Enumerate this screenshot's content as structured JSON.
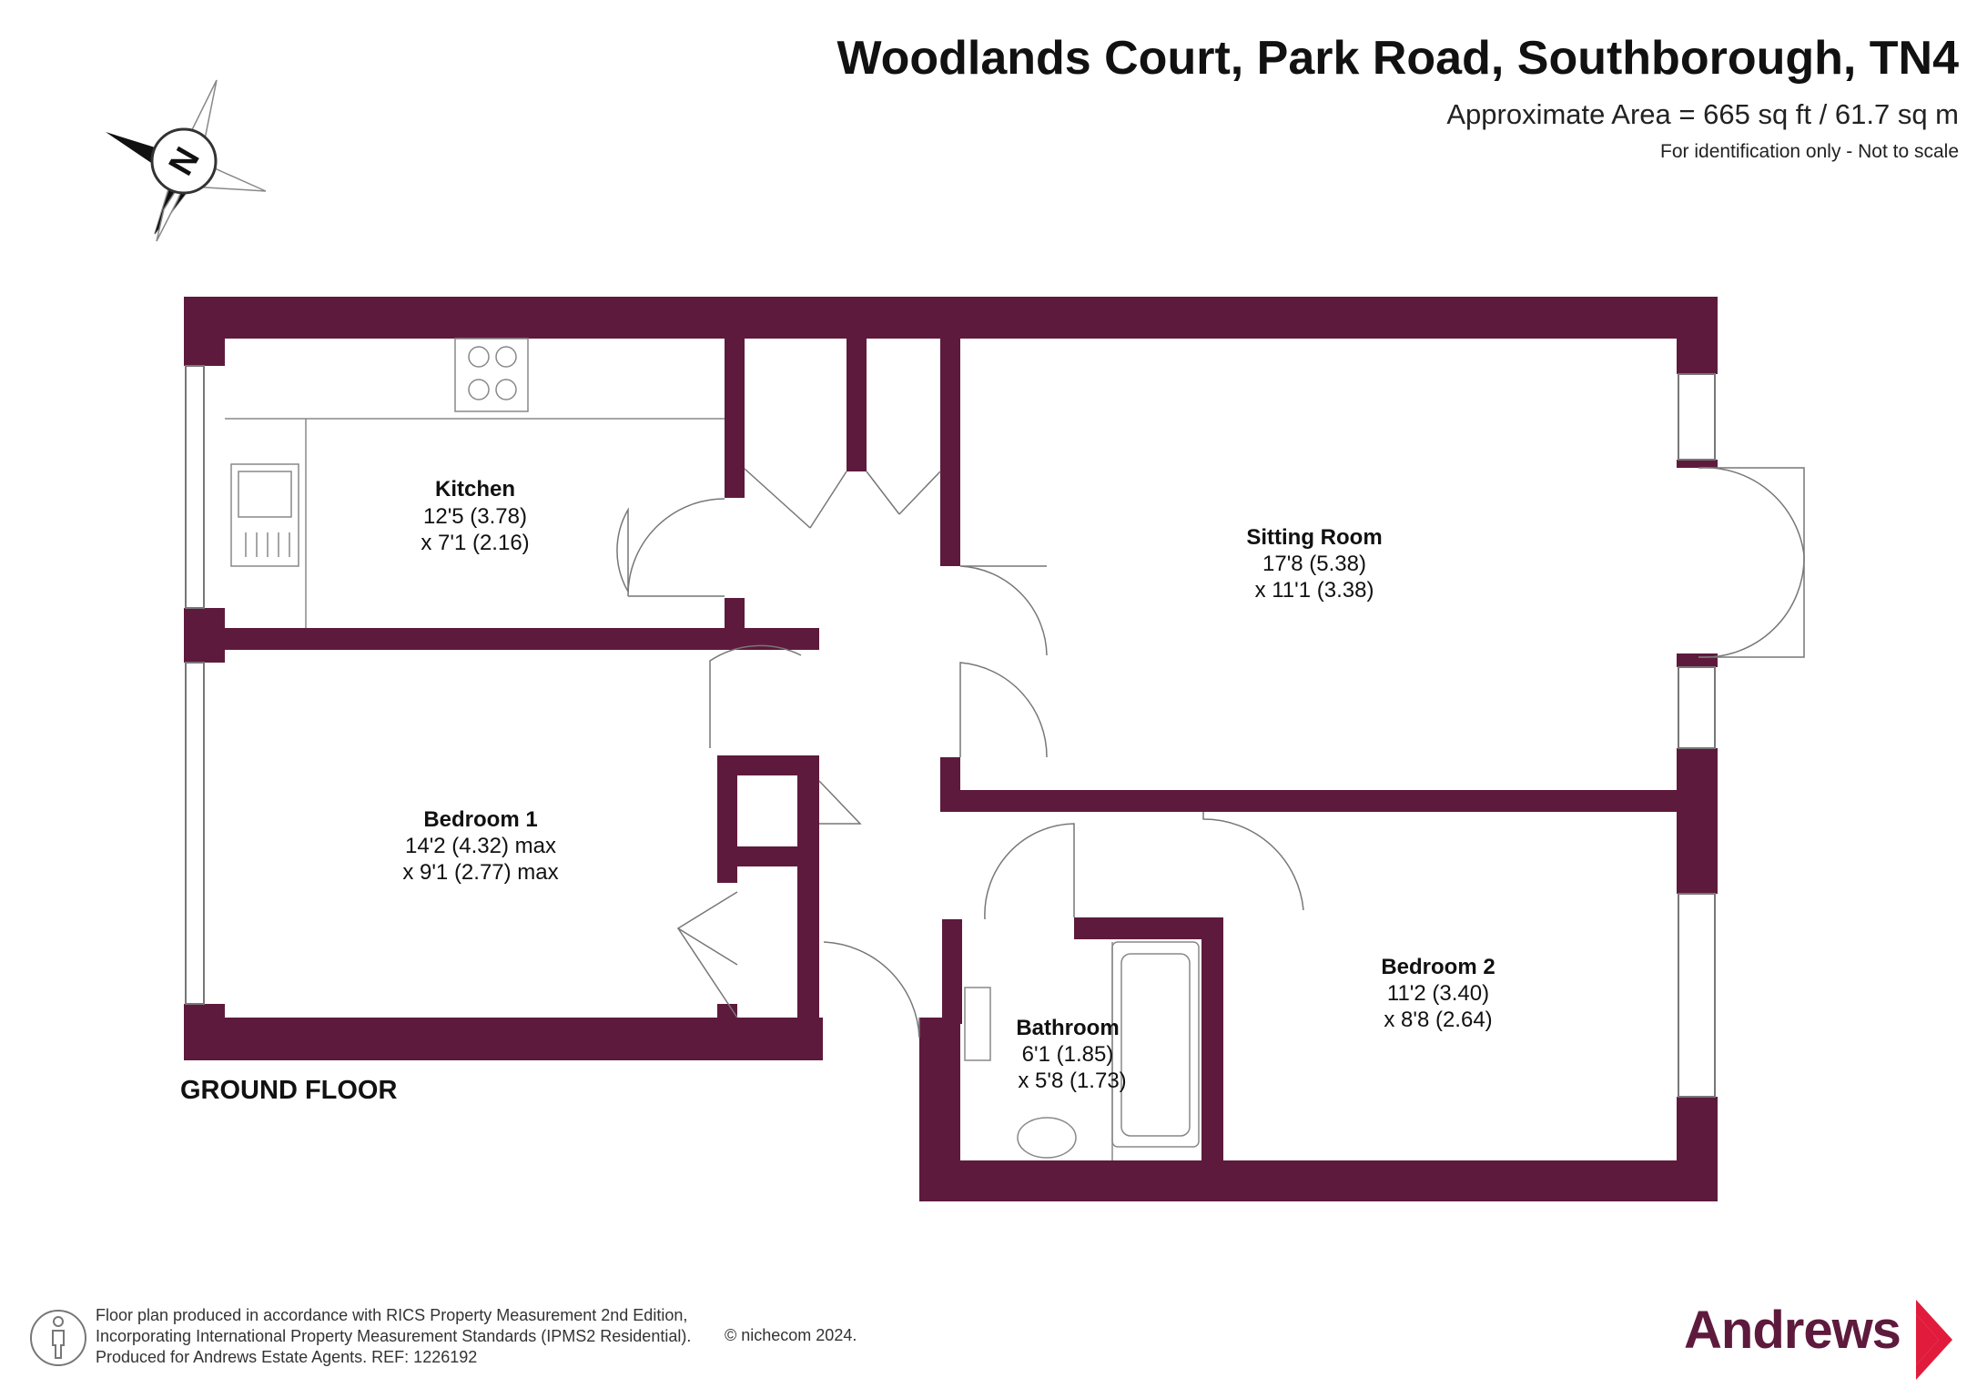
{
  "header": {
    "title": "Woodlands Court, Park Road, Southborough, TN4",
    "area": "Approximate Area = 665 sq ft / 61.7 sq m",
    "note": "For identification only - Not to scale"
  },
  "compass": {
    "label": "N",
    "icon": "north-compass-icon"
  },
  "floor_label": "GROUND FLOOR",
  "rooms": {
    "kitchen": {
      "name": "Kitchen",
      "dim1": "12'5 (3.78)",
      "dim2": "x 7'1 (2.16)"
    },
    "sitting": {
      "name": "Sitting Room",
      "dim1": "17'8 (5.38)",
      "dim2": "x 11'1 (3.38)"
    },
    "bedroom1": {
      "name": "Bedroom 1",
      "dim1": "14'2 (4.32) max",
      "dim2": "x 9'1 (2.77) max"
    },
    "bedroom2": {
      "name": "Bedroom 2",
      "dim1": "11'2 (3.40)",
      "dim2": "x 8'8 (2.64)"
    },
    "bathroom": {
      "name": "Bathroom",
      "dim1": "6'1 (1.85)",
      "dim2": "x 5'8 (1.73)"
    }
  },
  "footer": {
    "line1": "Floor plan produced in accordance with RICS Property Measurement 2nd Edition,",
    "line2": "Incorporating International Property Measurement Standards (IPMS2 Residential).",
    "line3": "Produced for Andrews Estate Agents.   REF: 1226192",
    "copyright": "© nichecom 2024."
  },
  "brand": {
    "name": "Andrews",
    "icon": "andrews-chevron-logo-icon"
  },
  "colors": {
    "wall": "#5e1a3c",
    "line": "#555555",
    "brand": "#5e1a3c"
  }
}
